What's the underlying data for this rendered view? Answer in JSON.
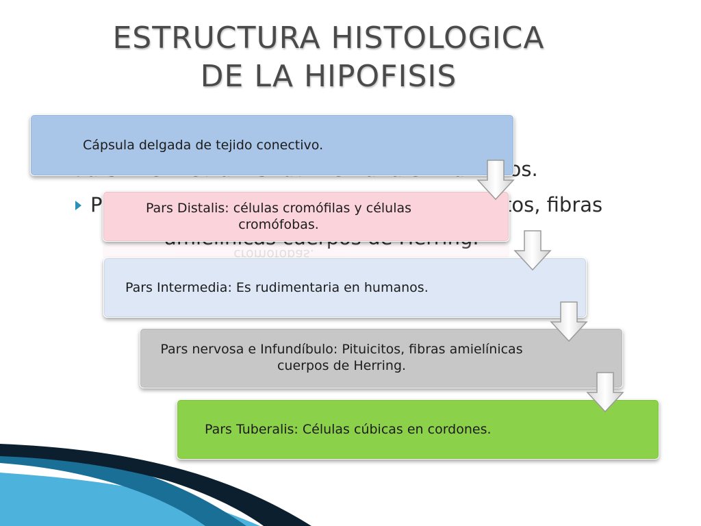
{
  "title": {
    "line1": "ESTRUCTURA HISTOLOGICA",
    "line2": "DE LA HIPOFISIS"
  },
  "background_text": {
    "line1_fragment": "Pars Intermedia: Es rudimentaria en humanos.",
    "line2_start": "P",
    "line2_end": "tos, fibras",
    "line3_end": "amielínicas cuerpos de Herring."
  },
  "steps": [
    {
      "label": "Cápsula delgada de tejido conectivo.",
      "color": "#a9c5e8"
    },
    {
      "label": "Pars Distalis: células cromófilas y células cromófobas.",
      "color": "#fbd3db"
    },
    {
      "label": "Pars Intermedia: Es rudimentaria en humanos.",
      "color": "#dde7f6"
    },
    {
      "label": "Pars nervosa e Infundíbulo: Pituicitos, fibras amielínicas cuerpos de Herring.",
      "color": "#c7c7c7"
    },
    {
      "label": "Pars Tuberalis: Células cúbicas en cordones.",
      "color": "#8cd14a"
    }
  ],
  "reflection_text": "cromófobas.",
  "colors": {
    "accent_bullet": "#2a8fb9",
    "stripe_dark": "#0b1f2e",
    "stripe_blue": "#1a6f97",
    "stripe_light": "#4db3dc"
  }
}
